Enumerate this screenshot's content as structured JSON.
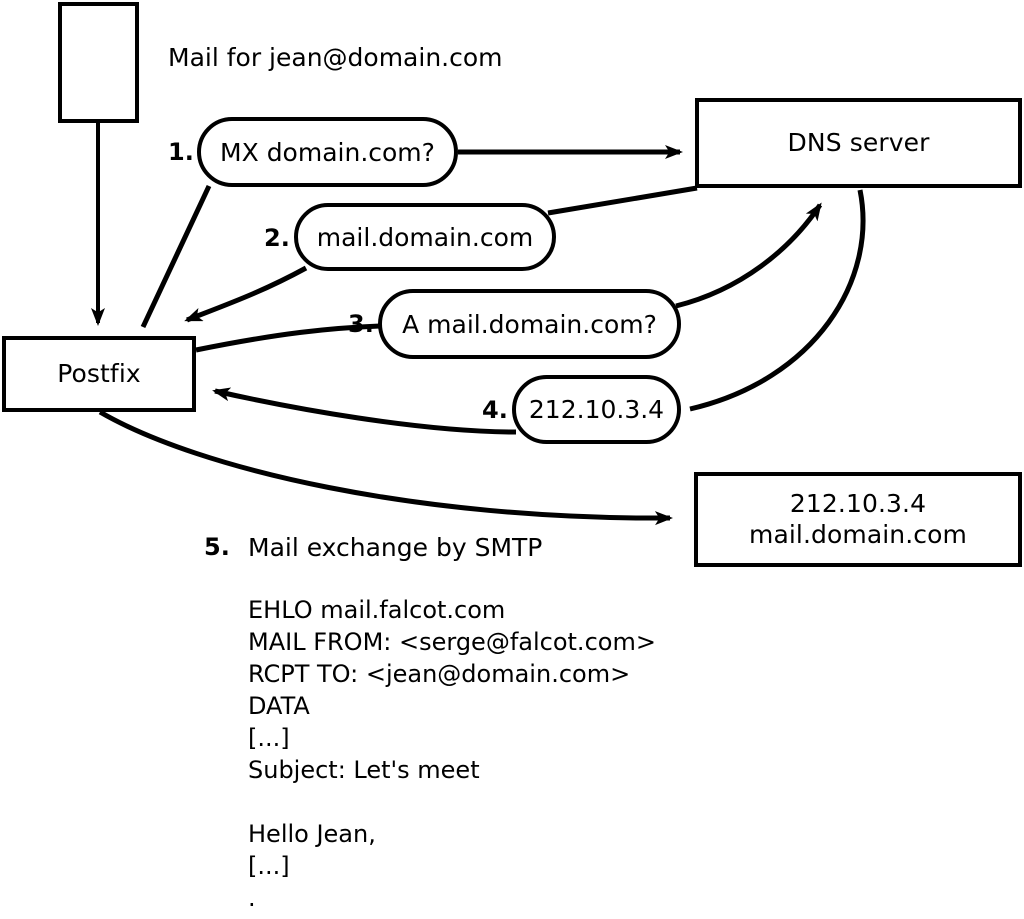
{
  "diagram": {
    "title": "Mail for jean@domain.com",
    "nodes": {
      "client": {
        "label": ""
      },
      "postfix": {
        "label": "Postfix"
      },
      "dns": {
        "label": "DNS server"
      },
      "mailserver": {
        "label": "212.10.3.4\nmail.domain.com"
      }
    },
    "steps": [
      {
        "number": "1.",
        "label": "MX domain.com?"
      },
      {
        "number": "2.",
        "label": "mail.domain.com"
      },
      {
        "number": "3.",
        "label": "A mail.domain.com?"
      },
      {
        "number": "4.",
        "label": "212.10.3.4"
      },
      {
        "number": "5.",
        "label": "Mail exchange by SMTP"
      }
    ],
    "smtp_transcript": "EHLO mail.falcot.com\nMAIL FROM: <serge@falcot.com>\nRCPT TO: <jean@domain.com>\nDATA\n[...]\nSubject: Let's meet\n\nHello Jean,\n[...]\n.",
    "colors": {
      "stroke": "#000000",
      "background": "#ffffff"
    }
  }
}
